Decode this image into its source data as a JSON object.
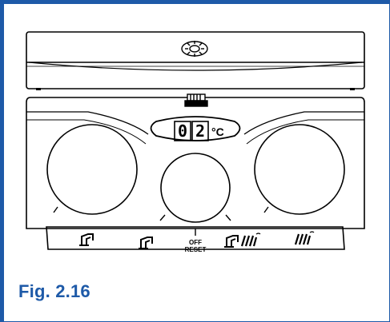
{
  "figure": {
    "caption": "Fig. 2.16",
    "accent_color": "#1e5aa8"
  },
  "display": {
    "digit_1": "0",
    "digit_2": "2",
    "unit": "°C"
  },
  "controls": {
    "off_label": "OFF",
    "reset_label": "RESET"
  },
  "icons": {
    "top_indicator": "sun-lamp-icon",
    "connector": "connector-icon",
    "left_mode": "tap-icon",
    "center_left_mode": "tap-icon",
    "right_mode": "tap-radiator-icon",
    "far_right_mode": "radiator-icon"
  }
}
